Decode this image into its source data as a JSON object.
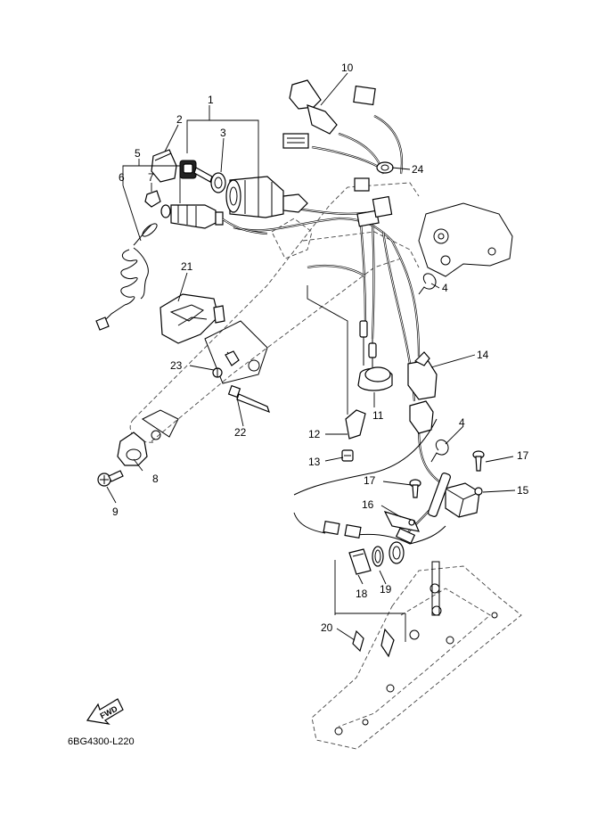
{
  "diagram_code": "6BG4300-L220",
  "fwd_label": "FWD",
  "callouts": {
    "c1": "1",
    "c2": "2",
    "c3": "3",
    "c4a": "4",
    "c4b": "4",
    "c5": "5",
    "c6": "6",
    "c7": "7",
    "c8": "8",
    "c9": "9",
    "c10": "10",
    "c11": "11",
    "c12": "12",
    "c13": "13",
    "c14": "14",
    "c15": "15",
    "c16": "16",
    "c17a": "17",
    "c17b": "17",
    "c18": "18",
    "c19": "19",
    "c20": "20",
    "c21": "21",
    "c22": "22",
    "c23": "23",
    "c24": "24"
  }
}
